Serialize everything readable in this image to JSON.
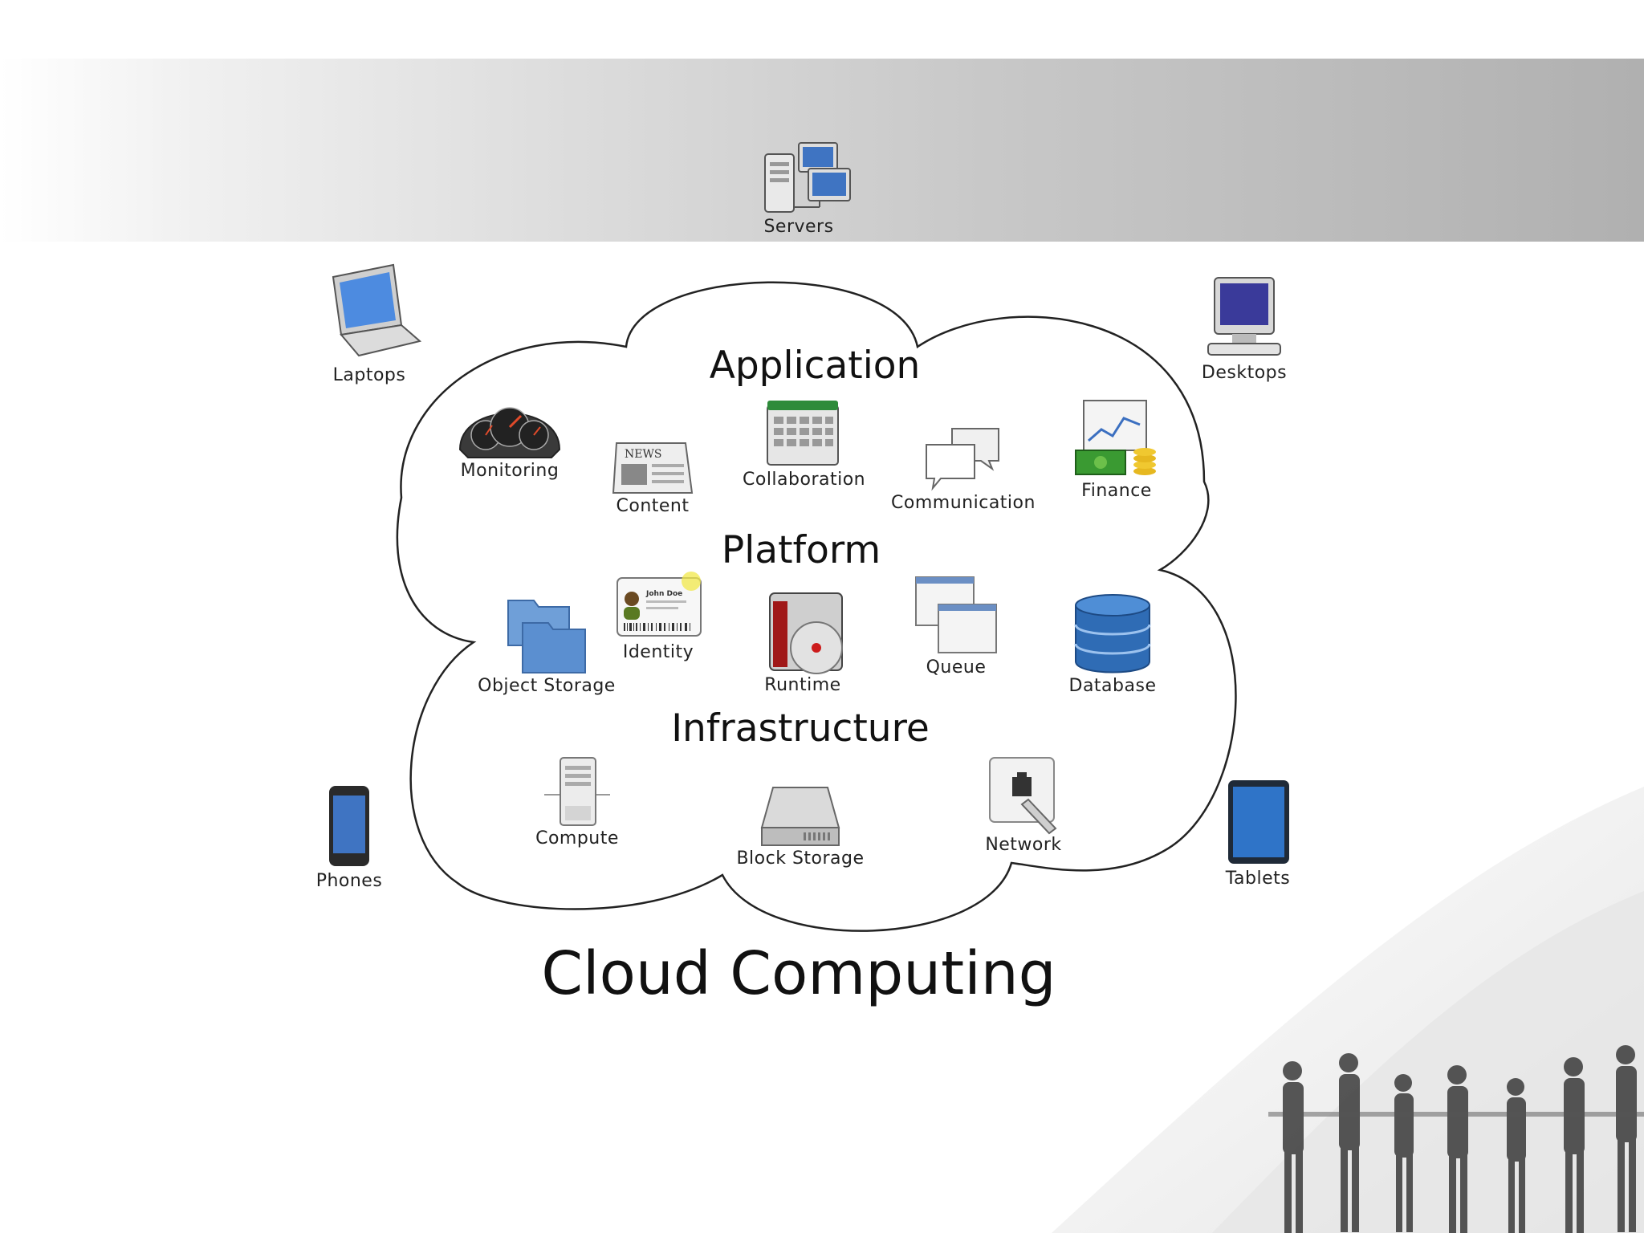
{
  "title": "Cloud Computing",
  "sections": {
    "application": "Application",
    "platform": "Platform",
    "infrastructure": "Infrastructure"
  },
  "clients": {
    "servers": {
      "label": "Servers",
      "icon": "servers-icon"
    },
    "laptops": {
      "label": "Laptops",
      "icon": "laptop-icon"
    },
    "desktops": {
      "label": "Desktops",
      "icon": "desktop-icon"
    },
    "phones": {
      "label": "Phones",
      "icon": "phone-icon"
    },
    "tablets": {
      "label": "Tablets",
      "icon": "tablet-icon"
    }
  },
  "application_items": [
    {
      "label": "Monitoring",
      "icon": "dashboard-gauge-icon"
    },
    {
      "label": "Content",
      "icon": "newspaper-icon"
    },
    {
      "label": "Collaboration",
      "icon": "calendar-icon"
    },
    {
      "label": "Communication",
      "icon": "chat-bubbles-icon"
    },
    {
      "label": "Finance",
      "icon": "finance-chart-money-icon"
    }
  ],
  "platform_items": [
    {
      "label": "Object Storage",
      "icon": "folders-icon"
    },
    {
      "label": "Identity",
      "icon": "id-card-icon",
      "card_name": "John Doe"
    },
    {
      "label": "Runtime",
      "icon": "runtime-disc-icon"
    },
    {
      "label": "Queue",
      "icon": "stacked-windows-icon"
    },
    {
      "label": "Database",
      "icon": "database-icon"
    }
  ],
  "infrastructure_items": [
    {
      "label": "Compute",
      "icon": "server-tower-icon"
    },
    {
      "label": "Block Storage",
      "icon": "hard-drive-icon"
    },
    {
      "label": "Network",
      "icon": "network-plug-icon"
    }
  ],
  "icon_text": {
    "news": "NEWS"
  },
  "colors": {
    "band_dark": "#b0b0b0",
    "folder_blue": "#5b8fd0",
    "db_blue": "#2f6cb5",
    "outline": "#222222"
  }
}
